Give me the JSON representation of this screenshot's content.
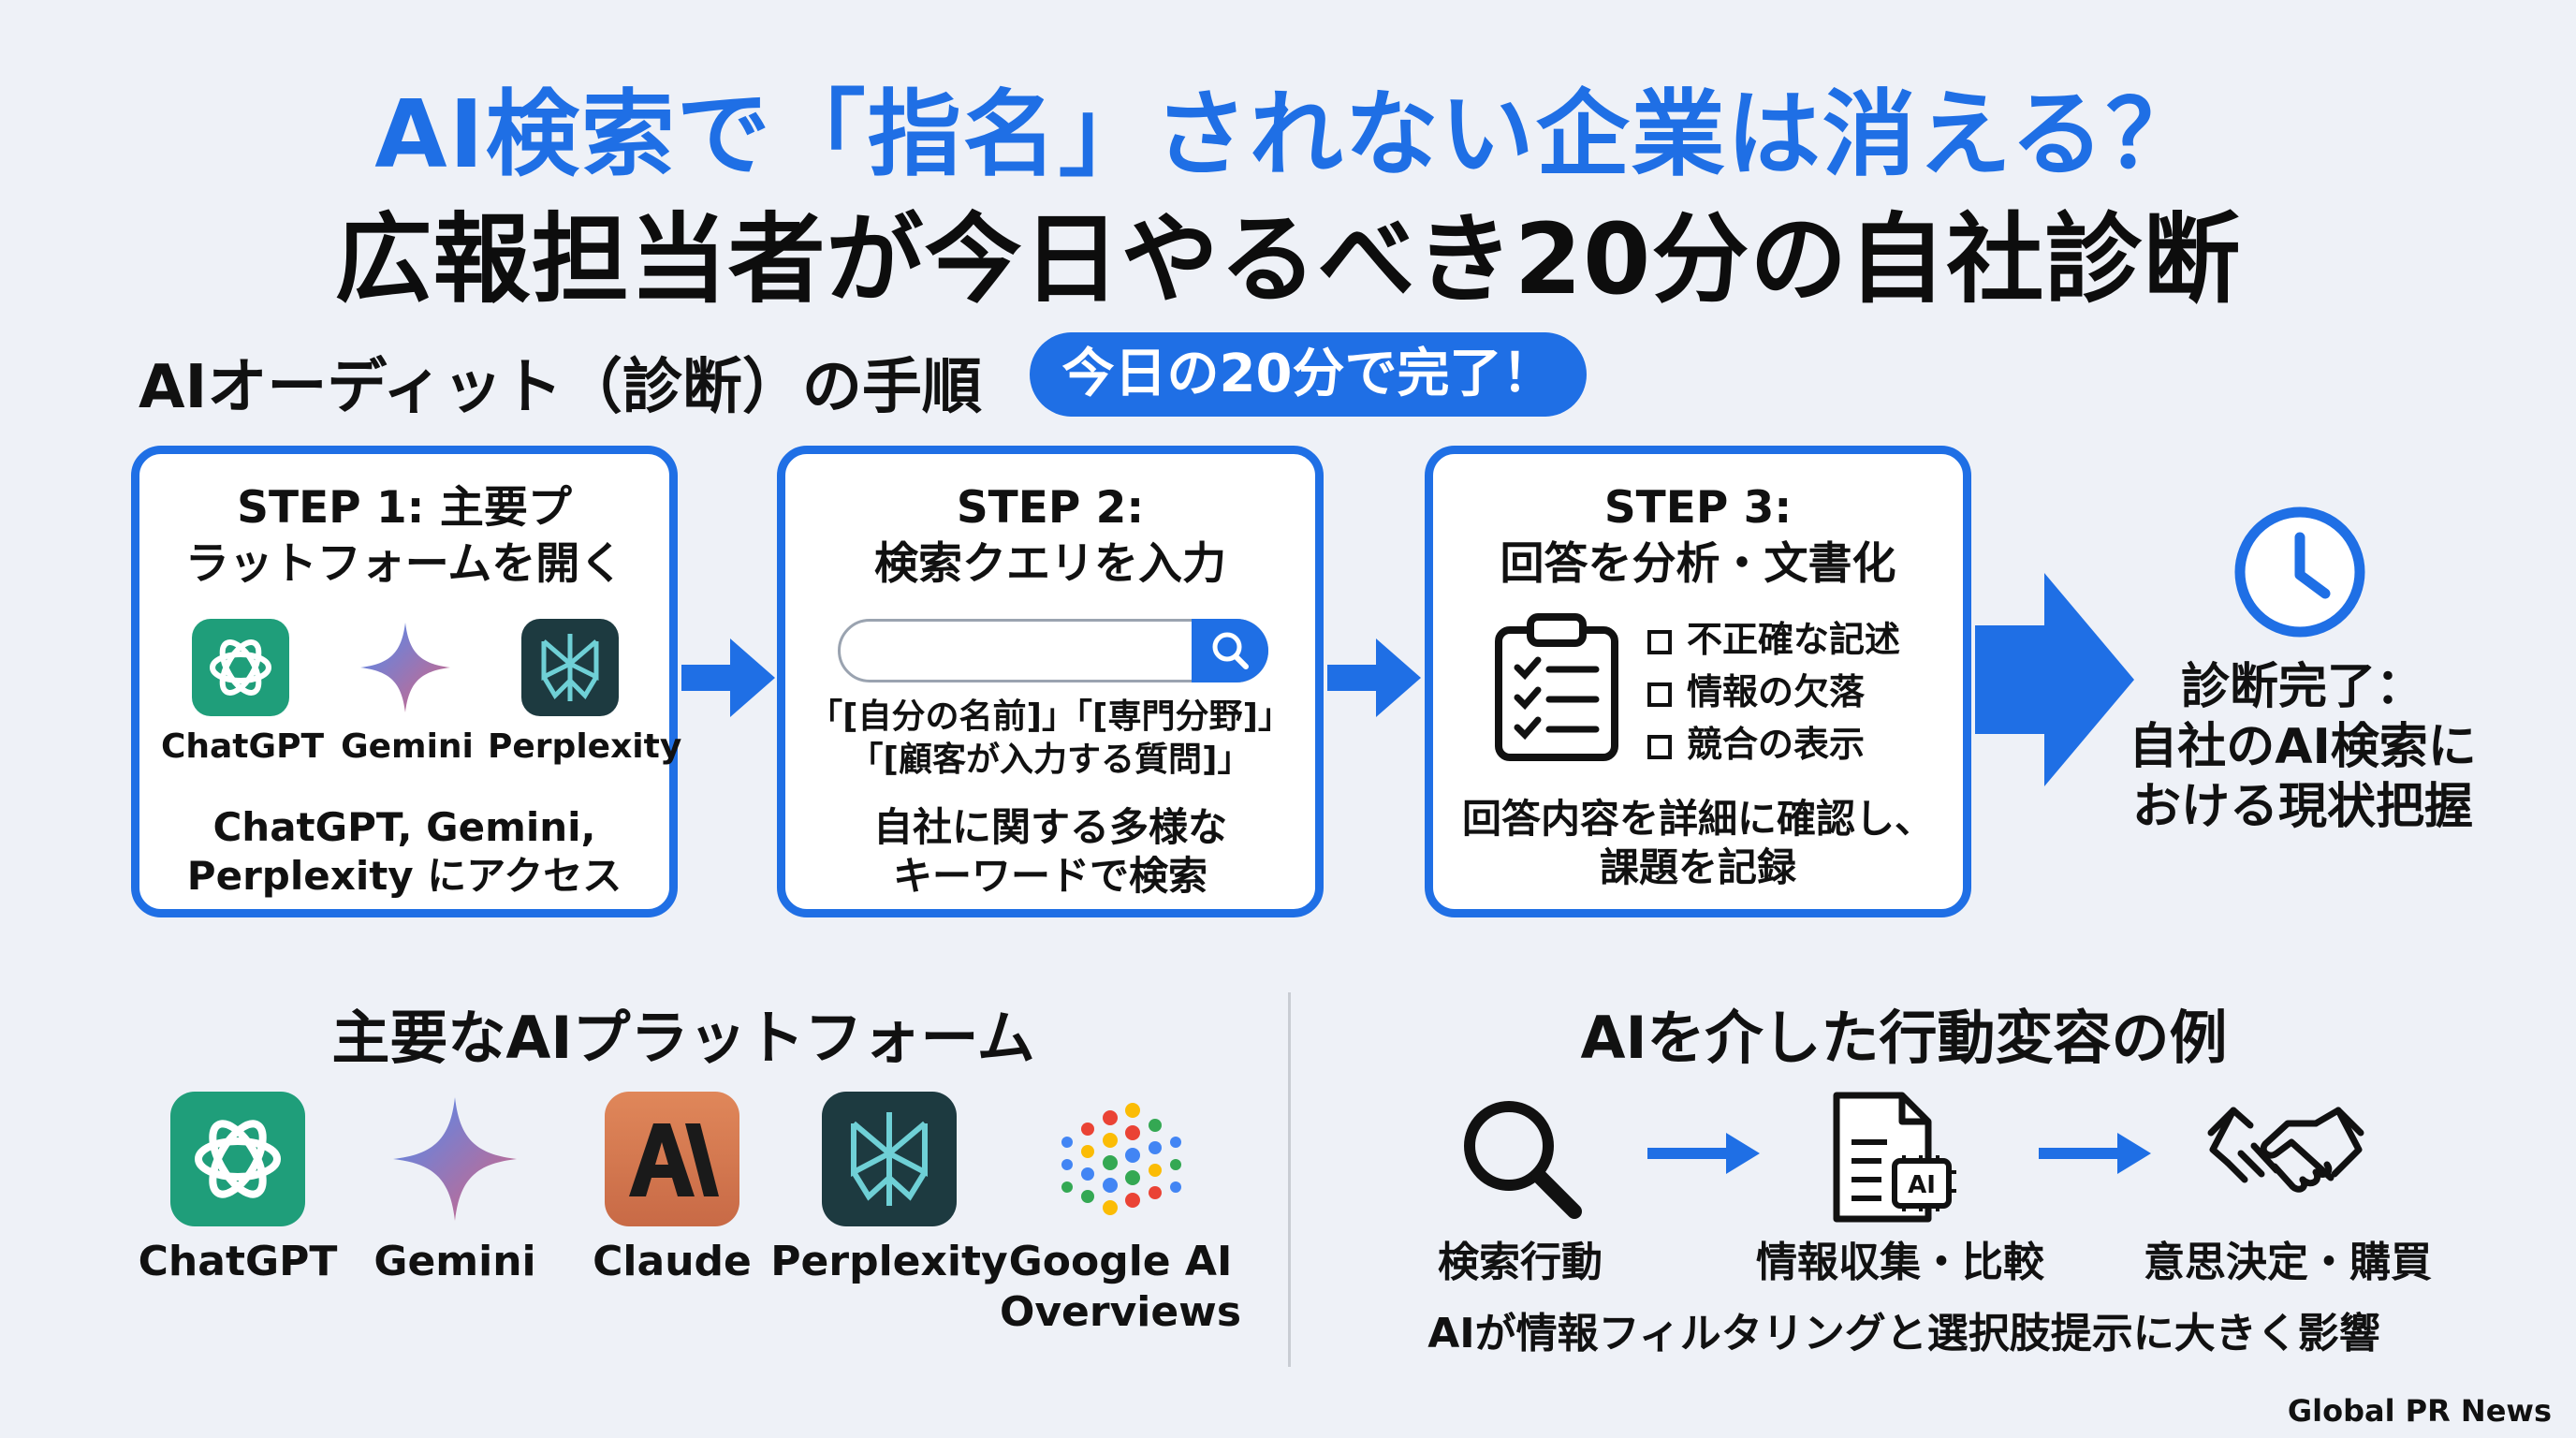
{
  "title": {
    "line1": "AI検索で「指名」されない企業は消える？",
    "line2": "広報担当者が今日やるべき20分の自社診断"
  },
  "audit": {
    "heading": "AIオーディット（診断）の手順",
    "badge": "今日の20分で完了！"
  },
  "steps": [
    {
      "title_l1": "STEP 1: 主要プ",
      "title_l2": "ラットフォームを開く",
      "logos": [
        "ChatGPT",
        "Gemini",
        "Perplexity"
      ],
      "desc_l1": "ChatGPT, Gemini,",
      "desc_l2": "Perplexity にアクセス"
    },
    {
      "title_l1": "STEP 2:",
      "title_l2": "検索クエリを入力",
      "query_l1": "「[自分の名前]」「[専門分野]」",
      "query_l2": "「[顧客が入力する質問]」",
      "desc_l1": "自社に関する多様な",
      "desc_l2": "キーワードで検索"
    },
    {
      "title_l1": "STEP 3:",
      "title_l2": "回答を分析・文書化",
      "checks": [
        "不正確な記述",
        "情報の欠落",
        "競合の表示"
      ],
      "desc_l1": "回答内容を詳細に確認し、",
      "desc_l2": "課題を記録"
    }
  ],
  "done": {
    "l1": "診断完了：",
    "l2": "自社のAI検索に",
    "l3": "おける現状把握"
  },
  "platforms": {
    "heading": "主要なAIプラットフォーム",
    "items": [
      "ChatGPT",
      "Gemini",
      "Claude",
      "Perplexity"
    ],
    "google_l1": "Google AI",
    "google_l2": "Overviews"
  },
  "behavior": {
    "heading": "AIを介した行動変容の例",
    "items": [
      "検索行動",
      "情報収集・比較",
      "意思決定・購買"
    ],
    "note": "AIが情報フィルタリングと選択肢提示に大きく影響"
  },
  "footer": "Global PR News",
  "colors": {
    "accent": "#1f6fe5",
    "chatgpt": "#1f9e7a",
    "claude": "#d9774f",
    "perplexity": "#1d3a40"
  }
}
